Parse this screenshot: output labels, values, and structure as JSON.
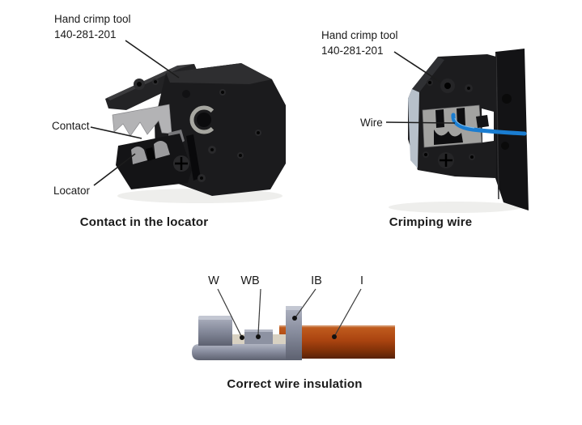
{
  "left_figure": {
    "tool_label": {
      "line1": "Hand crimp tool",
      "line2": "140-281-201"
    },
    "contact_label": "Contact",
    "locator_label": "Locator",
    "caption": "Contact in the locator"
  },
  "right_figure": {
    "tool_label": {
      "line1": "Hand crimp tool",
      "line2": "140-281-201"
    },
    "wire_label": "Wire",
    "caption": "Crimping wire"
  },
  "bottom_figure": {
    "label_w": "W",
    "label_wb": "WB",
    "label_ib": "IB",
    "label_i": "I",
    "caption": "Correct wire insulation"
  },
  "colors": {
    "background": "#ffffff",
    "tool_body_black": "#1b1b1d",
    "die_gray": "#b3b3b5",
    "circlip_gray": "#a6a6a0",
    "wire_blue": "#1a7dd1",
    "terminal_gray": "#8d92a2",
    "wire_seat_beige": "#d8d1c2",
    "insulation_orange": "#aa4410",
    "annotation_line": "#1c1c1c"
  }
}
